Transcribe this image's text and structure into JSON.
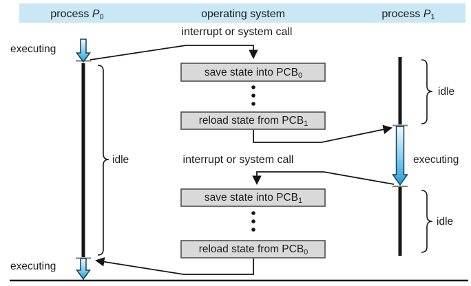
{
  "header": {
    "left": {
      "prefix": "process ",
      "var": "P",
      "sub": "0"
    },
    "center": "operating system",
    "right": {
      "prefix": "process ",
      "var": "P",
      "sub": "1"
    }
  },
  "labels": {
    "interrupt_top": "interrupt or system call",
    "interrupt_middle": "interrupt or system call",
    "p0_executing_top": "executing",
    "p0_idle": "idle",
    "p0_executing_bottom": "executing",
    "p1_idle_top": "idle",
    "p1_executing": "executing",
    "p1_idle_bottom": "idle"
  },
  "boxes": {
    "save_p0": {
      "text": "save state into PCB",
      "sub": "0"
    },
    "reload_p1": {
      "text": "reload state from PCB",
      "sub": "1"
    },
    "save_p1": {
      "text": "save state into PCB",
      "sub": "1"
    },
    "reload_p0": {
      "text": "reload state from PCB",
      "sub": "0"
    }
  },
  "colors": {
    "header_bg": "#c9e7f5",
    "box_fill": "#d9d9d9",
    "box_border": "#4d4d4d",
    "line": "#161616",
    "tick": "#7d7d7d",
    "arrow_gradient_top": "#f0fafd",
    "arrow_gradient_mid": "#7fd0ec",
    "arrow_gradient_bottom": "#1e9ed6",
    "arrow_outline": "#1b3a52"
  }
}
